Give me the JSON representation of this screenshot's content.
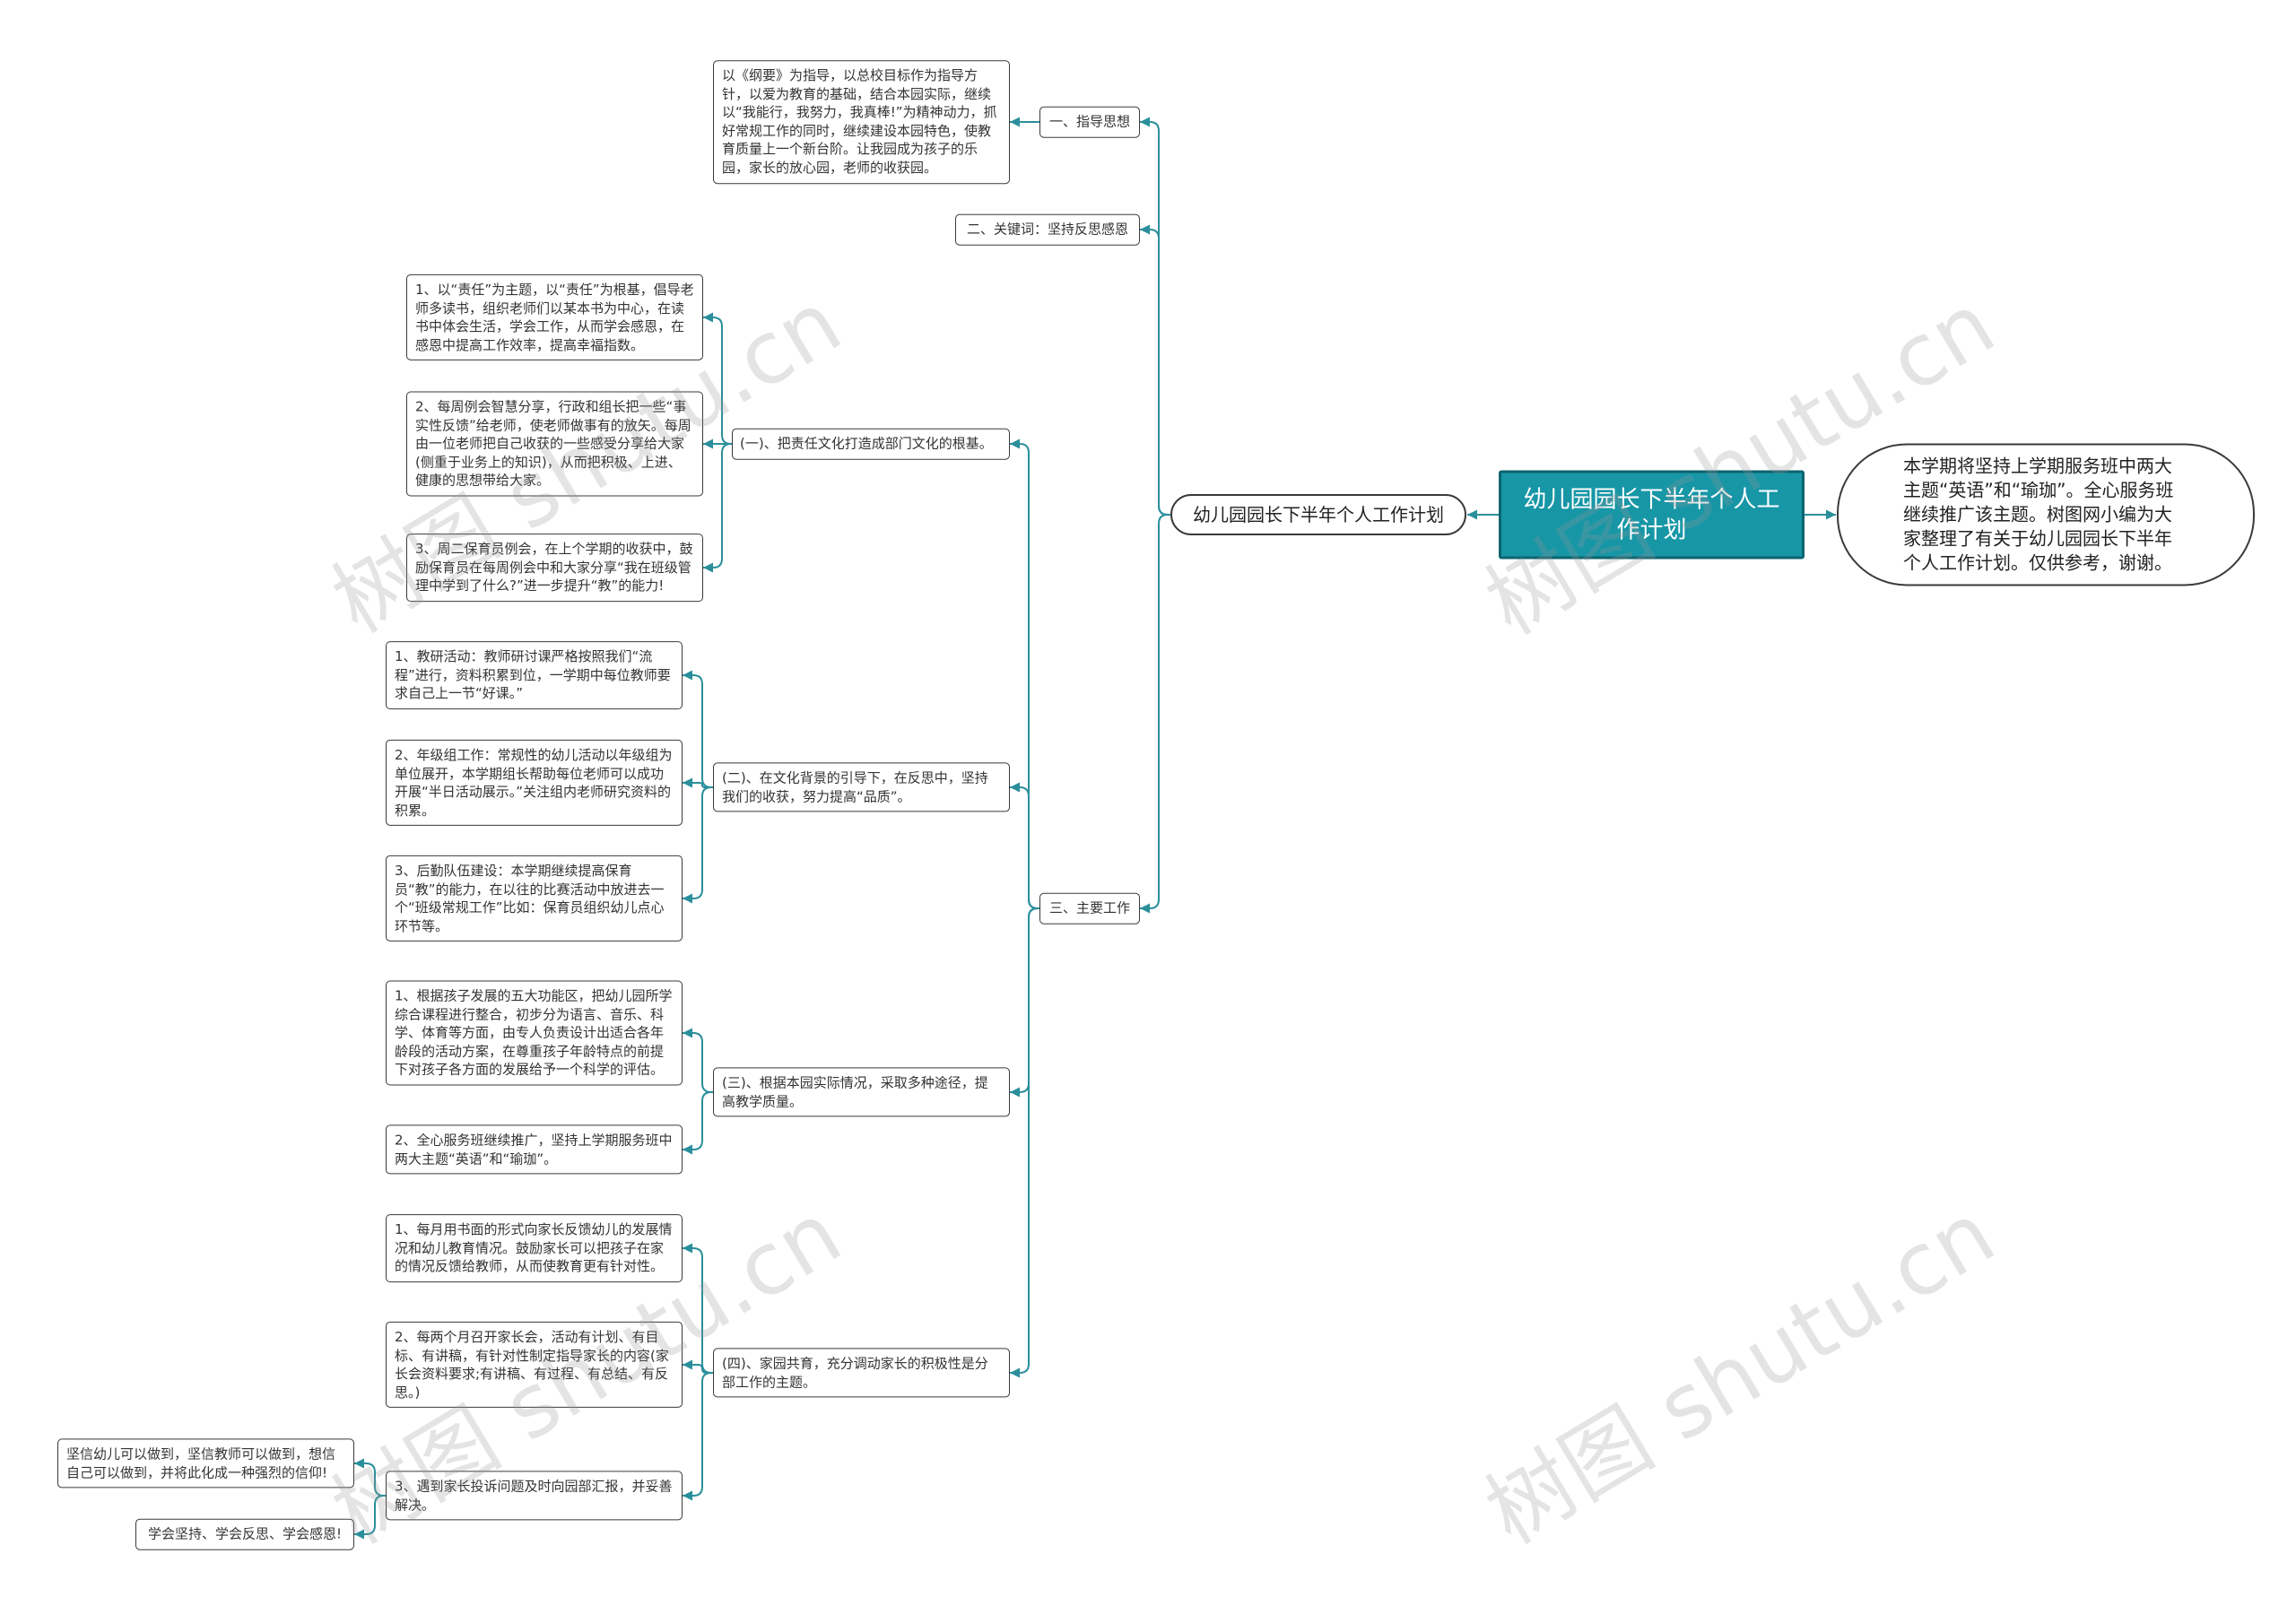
{
  "watermark": "树图 shutu.cn",
  "colors": {
    "central_fill": "#1796a6",
    "central_border": "#0e6470",
    "connector": "#2a8f9b"
  },
  "mindmap": {
    "central_topic": "幼儿园园长下半年个人工作计划",
    "summary": "本学期将坚持上学期服务班中两大主题“英语”和“瑜珈”。全心服务班继续推广该主题。树图网小编为大家整理了有关于幼儿园园长下半年个人工作计划。仅供参考，谢谢。",
    "main_branch": "幼儿园园长下半年个人工作计划",
    "sections": [
      {
        "label": "一、指导思想",
        "detail": "以《纲要》为指导，以总校目标作为指导方针，以爱为教育的基础，结合本园实际，继续以“我能行，我努力，我真棒!”为精神动力，抓好常规工作的同时，继续建设本园特色，使教育质量上一个新台阶。让我园成为孩子的乐园，家长的放心园，老师的收获园。"
      },
      {
        "label": "二、关键词：坚持反思感恩"
      },
      {
        "label": "三、主要工作",
        "items": [
          {
            "label": "(一)、把责任文化打造成部门文化的根基。",
            "children": [
              {
                "text": "1、以“责任”为主题，以“责任”为根基，倡导老师多读书，组织老师们以某本书为中心，在读书中体会生活，学会工作，从而学会感恩，在感恩中提高工作效率，提高幸福指数。"
              },
              {
                "text": "2、每周例会智慧分享，行政和组长把一些“事实性反馈”给老师，使老师做事有的放矢。每周由一位老师把自己收获的一些感受分享给大家(侧重于业务上的知识)，从而把积极、上进、健康的思想带给大家。"
              },
              {
                "text": "3、周二保育员例会，在上个学期的收获中，鼓励保育员在每周例会中和大家分享“我在班级管理中学到了什么?”进一步提升“教”的能力!"
              }
            ]
          },
          {
            "label": "(二)、在文化背景的引导下，在反思中，坚持我们的收获，努力提高“品质”。",
            "children": [
              {
                "text": "1、教研活动：教师研讨课严格按照我们“流程”进行，资料积累到位，一学期中每位教师要求自己上一节“好课。”"
              },
              {
                "text": "2、年级组工作：常规性的幼儿活动以年级组为单位展开，本学期组长帮助每位老师可以成功开展“半日活动展示。”关注组内老师研究资料的积累。"
              },
              {
                "text": "3、后勤队伍建设：本学期继续提高保育员“教”的能力，在以往的比赛活动中放进去一个“班级常规工作”比如：保育员组织幼儿点心环节等。"
              }
            ]
          },
          {
            "label": "(三)、根据本园实际情况，采取多种途径，提高教学质量。",
            "children": [
              {
                "text": "1、根据孩子发展的五大功能区，把幼儿园所学综合课程进行整合，初步分为语言、音乐、科学、体育等方面，由专人负责设计出适合各年龄段的活动方案，在尊重孩子年龄特点的前提下对孩子各方面的发展给予一个科学的评估。"
              },
              {
                "text": "2、全心服务班继续推广，坚持上学期服务班中两大主题“英语”和“瑜珈”。"
              }
            ]
          },
          {
            "label": "(四)、家园共育，充分调动家长的积极性是分部工作的主题。",
            "children": [
              {
                "text": "1、每月用书面的形式向家长反馈幼儿的发展情况和幼儿教育情况。鼓励家长可以把孩子在家的情况反馈给教师，从而使教育更有针对性。"
              },
              {
                "text": "2、每两个月召开家长会，活动有计划、有目标、有讲稿，有针对性制定指导家长的内容(家长会资料要求;有讲稿、有过程、有总结、有反思。)"
              },
              {
                "text": "3、遇到家长投诉问题及时向园部汇报，并妥善解决。",
                "children": [
                  {
                    "text": "坚信幼儿可以做到，坚信教师可以做到，想信自己可以做到，并将此化成一种强烈的信仰!"
                  },
                  {
                    "text": "学会坚持、学会反思、学会感恩!"
                  }
                ]
              }
            ]
          }
        ]
      }
    ]
  }
}
